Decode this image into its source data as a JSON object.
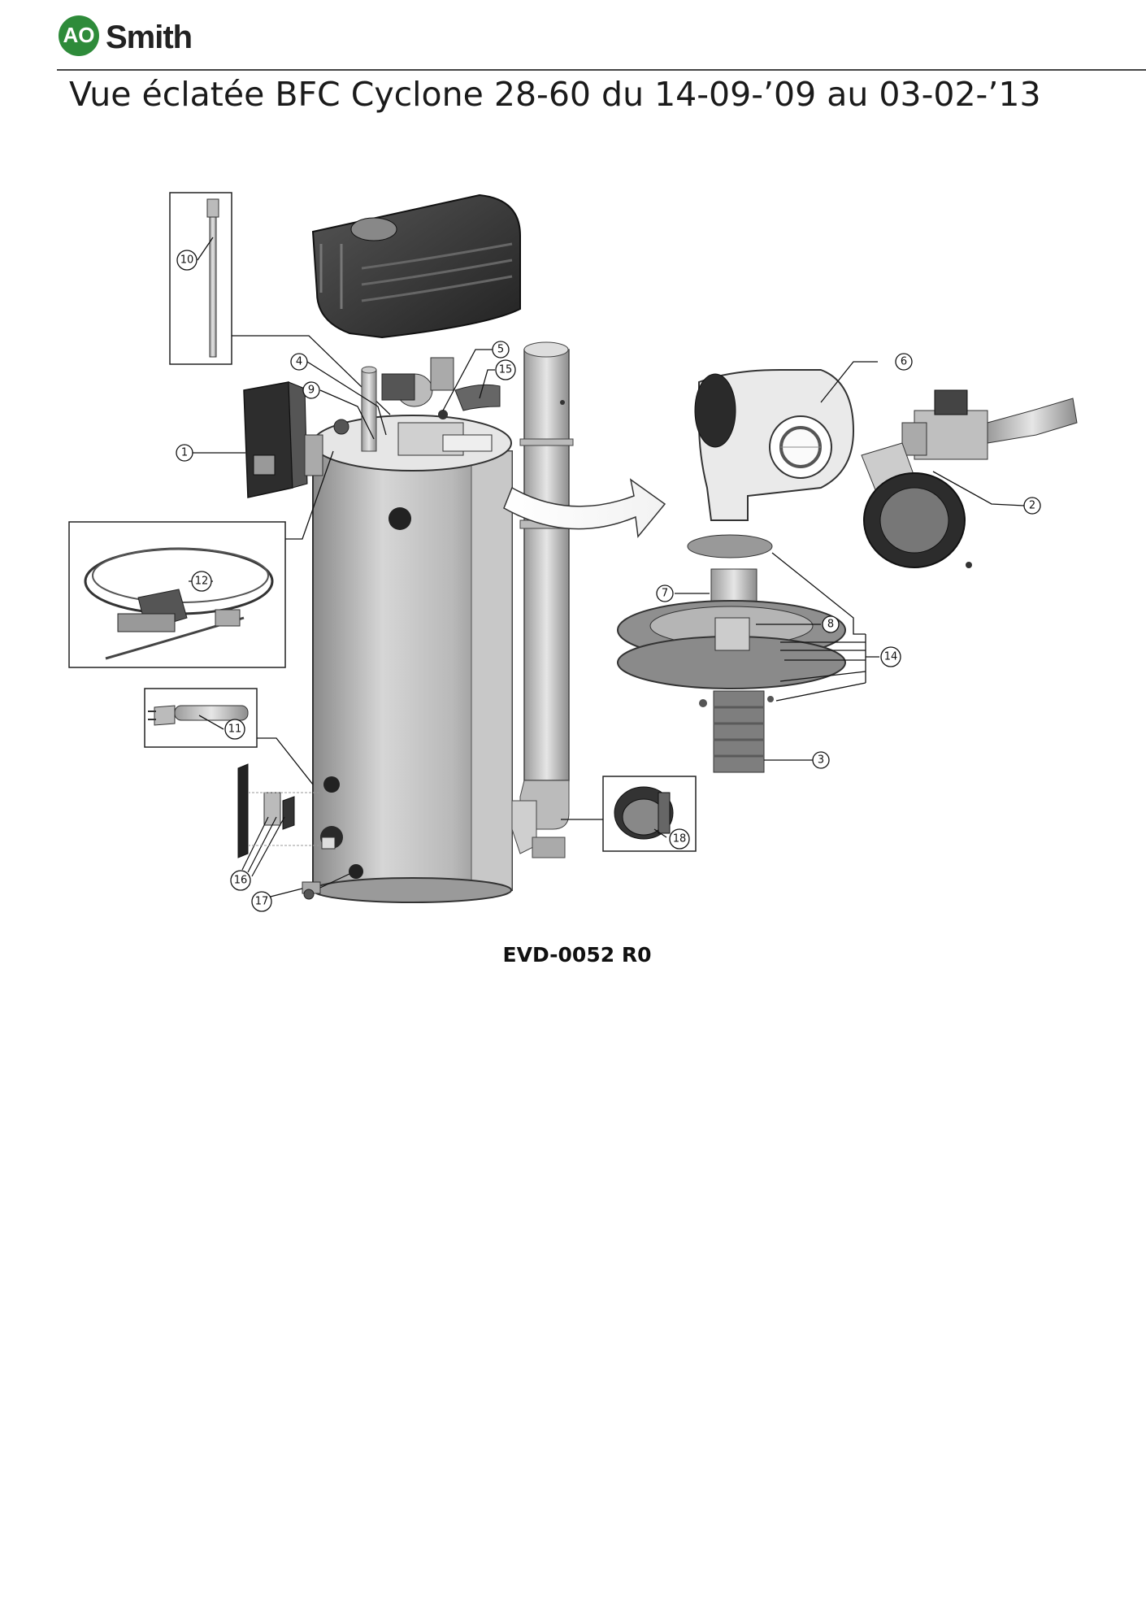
{
  "header": {
    "brand_ao": "AO",
    "brand_name": "Smith",
    "brand_color": "#2e8b3a",
    "title": "Vue éclatée BFC Cyclone 28-60 du 14-09-’09 au 03-02-’13"
  },
  "footer": {
    "drawing_code": "EVD-0052 R0"
  },
  "callouts": {
    "c1": "1",
    "c2": "2",
    "c3": "3",
    "c4": "4",
    "c5": "5",
    "c6": "6",
    "c7": "7",
    "c8": "8",
    "c9": "9",
    "c10": "10",
    "c11": "11",
    "c12": "12",
    "c14": "14",
    "c15": "15",
    "c16": "16",
    "c17": "17",
    "c18": "18"
  }
}
